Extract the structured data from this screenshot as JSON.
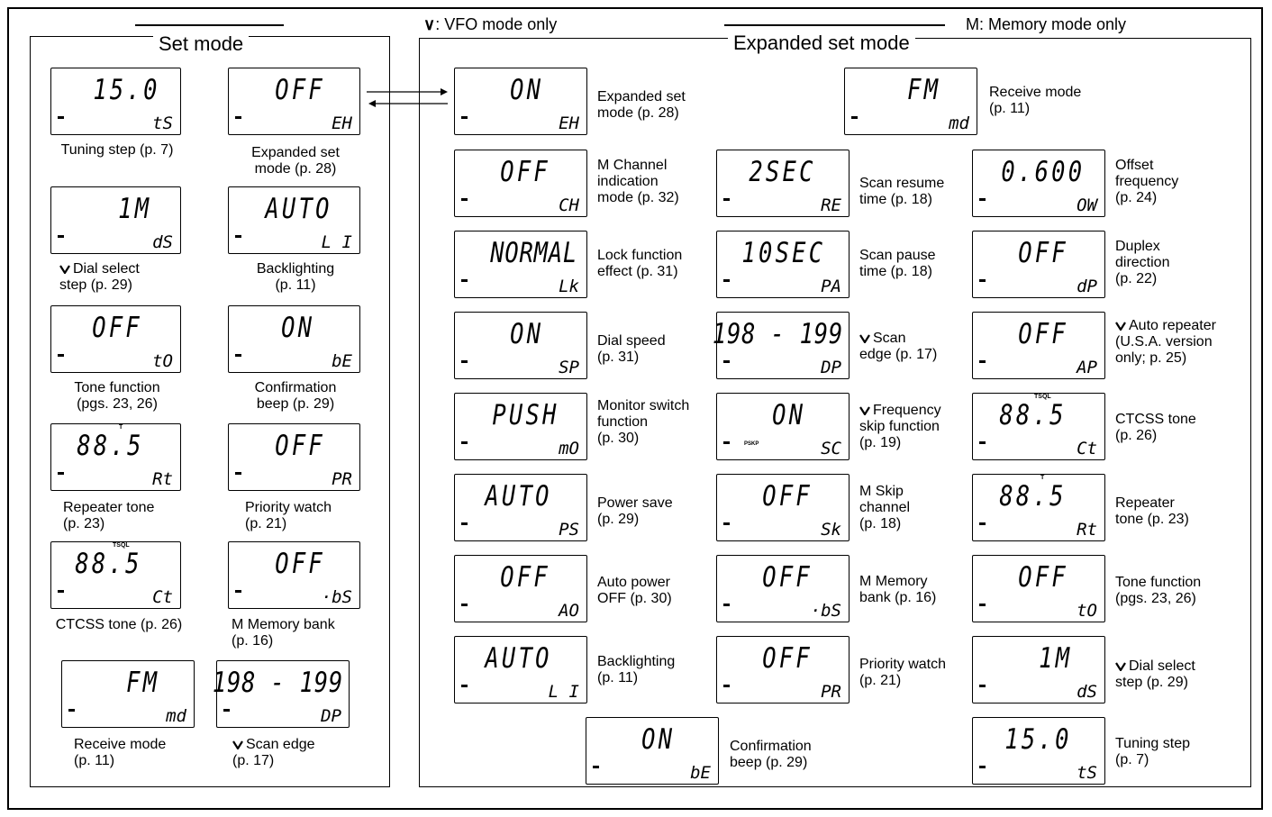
{
  "left_panel": {
    "title": "Set mode"
  },
  "right_panel": {
    "title": "Expanded set mode"
  },
  "headers": {
    "vfo": {
      "symbol": "∨",
      "text": ": VFO mode only"
    },
    "memory": {
      "symbol": "M",
      "text": ": Memory mode only"
    }
  },
  "displays": {
    "ts": {
      "value": "15.0",
      "code": "tS"
    },
    "ex_off": {
      "value": "OFF",
      "code": "EH"
    },
    "ds": {
      "value": "1M",
      "code": "dS"
    },
    "li": {
      "value": "AUTO",
      "code": "L I"
    },
    "to": {
      "value": "OFF",
      "code": "tO"
    },
    "be": {
      "value": "ON",
      "code": "bE"
    },
    "rt": {
      "value": "88.5",
      "code": "Rt",
      "indicator": "T"
    },
    "pr": {
      "value": "OFF",
      "code": "PR"
    },
    "ct": {
      "value": "88.5",
      "code": "Ct",
      "indicator": "TSQL"
    },
    "bs": {
      "value": "OFF",
      "code": "·bS"
    },
    "md": {
      "value": "FM",
      "code": "md"
    },
    "dp_edge": {
      "value": "198 - 199",
      "code": "DP"
    },
    "ex_on": {
      "value": "ON",
      "code": "EH"
    },
    "ch": {
      "value": "OFF",
      "code": "CH"
    },
    "lk": {
      "value": "NORMAL",
      "code": "Lk"
    },
    "sp": {
      "value": "ON",
      "code": "SP"
    },
    "mo": {
      "value": "PUSH",
      "code": "mO"
    },
    "ps": {
      "value": "AUTO",
      "code": "PS"
    },
    "ao": {
      "value": "OFF",
      "code": "AO"
    },
    "re": {
      "value": "2SEC",
      "code": "RE"
    },
    "pa": {
      "value": "10SEC",
      "code": "PA"
    },
    "sc": {
      "value": "ON",
      "code": "SC",
      "indicator": "PSKP"
    },
    "sk": {
      "value": "OFF",
      "code": "Sk"
    },
    "ow": {
      "value": "0.600",
      "code": "OW"
    },
    "dpx": {
      "value": "OFF",
      "code": "dP"
    },
    "ap": {
      "value": "OFF",
      "code": "AP"
    }
  },
  "labels": {
    "l_ts": "Tuning step (p. 7)",
    "l_ex": "Expanded set\nmode (p. 28)",
    "l_ds": "Dial select\nstep (p. 29)",
    "l_li": "Backlighting\n(p. 11)",
    "l_to": "Tone function\n(pgs. 23, 26)",
    "l_be": "Confirmation\nbeep (p. 29)",
    "l_rt": "Repeater tone\n(p. 23)",
    "l_pr": "Priority watch\n(p. 21)",
    "l_ct": "CTCSS tone (p. 26)",
    "l_bs": "M Memory bank\n(p. 16)",
    "l_md": "Receive mode\n(p. 11)",
    "l_edge": "Scan edge\n(p. 17)",
    "r_ex": "Expanded set\nmode (p. 28)",
    "r_ch": "M Channel\nindication\nmode (p. 32)",
    "r_lk": "Lock function\neffect (p. 31)",
    "r_sp": "Dial speed\n(p. 31)",
    "r_mo": "Monitor switch\nfunction\n(p. 30)",
    "r_ps": "Power save\n(p. 29)",
    "r_ao": "Auto power\nOFF (p. 30)",
    "r_li": "Backlighting\n(p. 11)",
    "r_be": "Confirmation\nbeep (p. 29)",
    "r_md": "Receive mode\n(p. 11)",
    "r_re": "Scan resume\ntime (p. 18)",
    "r_pa": "Scan pause\ntime (p. 18)",
    "r_edge": "Scan\nedge (p. 17)",
    "r_sc": "Frequency\nskip function\n(p. 19)",
    "r_sk": "M Skip\nchannel\n(p. 18)",
    "r_bs": "M Memory\nbank (p. 16)",
    "r_pr": "Priority watch\n(p. 21)",
    "r_ow": "Offset\nfrequency\n(p. 24)",
    "r_dpx": "Duplex\ndirection\n(p. 22)",
    "r_ap": "Auto repeater\n(U.S.A. version\nonly; p. 25)",
    "r_ct": "CTCSS tone\n(p. 26)",
    "r_rt": "Repeater\ntone (p. 23)",
    "r_to": "Tone function\n(pgs. 23, 26)",
    "r_ds": "Dial select\nstep (p. 29)",
    "r_ts": "Tuning step\n(p. 7)"
  }
}
